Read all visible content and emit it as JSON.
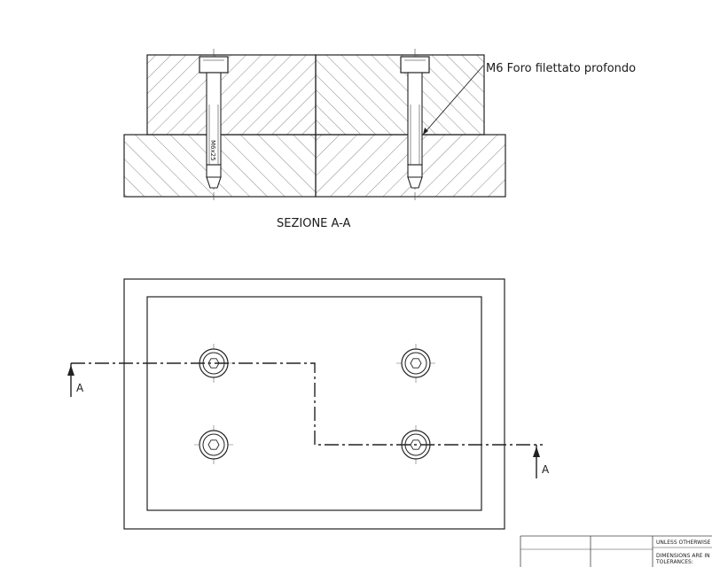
{
  "section": {
    "title": "SEZIONE A-A",
    "callout": "M6 Foro filettato profondo",
    "bolt_label": "M6x25"
  },
  "plan": {
    "cut_label_left": "A",
    "cut_label_right": "A"
  },
  "title_block": {
    "line1": "UNLESS OTHERWISE",
    "line2": "DIMENSIONS ARE IN",
    "line3": "TOLERANCES:"
  }
}
